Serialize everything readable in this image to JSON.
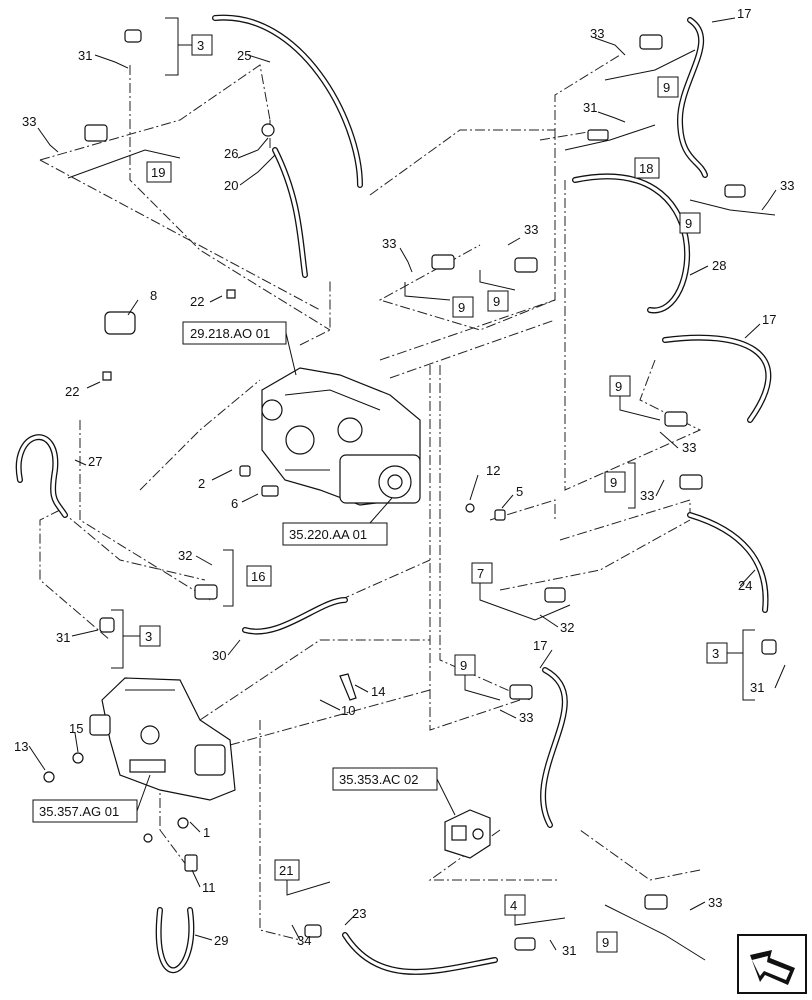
{
  "callouts": {
    "n1": "1",
    "n2": "2",
    "n3a": "3",
    "n3b": "3",
    "n3c": "3",
    "n4": "4",
    "n5": "5",
    "n6": "6",
    "n7": "7",
    "n8": "8",
    "n9a": "9",
    "n9b": "9",
    "n9c": "9",
    "n9d": "9",
    "n9e": "9",
    "n9f": "9",
    "n9g": "9",
    "n9h": "9",
    "n10": "10",
    "n11": "11",
    "n12": "12",
    "n13": "13",
    "n14": "14",
    "n15": "15",
    "n16": "16",
    "n17a": "17",
    "n17b": "17",
    "n17c": "17",
    "n18": "18",
    "n19": "19",
    "n20": "20",
    "n21": "21",
    "n22a": "22",
    "n22b": "22",
    "n23": "23",
    "n24": "24",
    "n25": "25",
    "n26": "26",
    "n27": "27",
    "n28": "28",
    "n29": "29",
    "n30": "30",
    "n31a": "31",
    "n31b": "31",
    "n31c": "31",
    "n31d": "31",
    "n31e": "31",
    "n32a": "32",
    "n32b": "32",
    "n33a": "33",
    "n33b": "33",
    "n33c": "33",
    "n33d": "33",
    "n33e": "33",
    "n33f": "33",
    "n33g": "33",
    "n33h": "33",
    "n33i": "33",
    "n34": "34"
  },
  "references": {
    "pump_ref": "29.218.AO 01",
    "pump_ref2": "35.220.AA 01",
    "valve_ref": "35.357.AG 01",
    "control_ref": "35.353.AC 02"
  },
  "icons": {
    "corner": "navigation-arrow-icon"
  }
}
